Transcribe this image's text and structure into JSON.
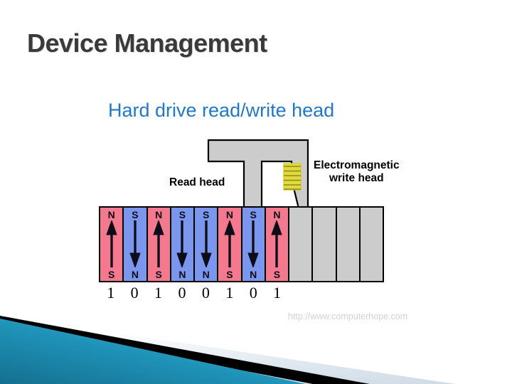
{
  "slide": {
    "title": "Device Management",
    "caption": "Hard drive read/write head",
    "watermark": "http://www.computerhope.com",
    "colors": {
      "title": "#3a3a3a",
      "caption": "#1f78c8",
      "north_domain": "#f4788e",
      "south_domain": "#7b96ed",
      "empty_domain": "#cccccc",
      "head_body": "#cccccc",
      "coil": "#e0d93f",
      "decoration_teal": "#1f92b8",
      "decoration_black": "#000000",
      "decoration_pale": "#dce6ee"
    }
  },
  "diagram": {
    "name": "hard-drive-read-write-head",
    "labels": {
      "read_head": "Read head",
      "write_head_line1": "Electromagnetic",
      "write_head_line2": "write head"
    },
    "head": {
      "read_leg_name": "read-head-leg",
      "write_leg_name": "write-head-leg",
      "coil_name": "electromagnetic-coil",
      "coil_turns": 6
    },
    "strip": {
      "total_cells": 12,
      "cells": [
        {
          "top": "N",
          "bottom": "S",
          "polarity": "north",
          "direction": "up",
          "bit": "1"
        },
        {
          "top": "S",
          "bottom": "N",
          "polarity": "south",
          "direction": "down",
          "bit": "0"
        },
        {
          "top": "N",
          "bottom": "S",
          "polarity": "north",
          "direction": "up",
          "bit": "1"
        },
        {
          "top": "S",
          "bottom": "N",
          "polarity": "south",
          "direction": "down",
          "bit": "0"
        },
        {
          "top": "S",
          "bottom": "N",
          "polarity": "south",
          "direction": "down",
          "bit": "0"
        },
        {
          "top": "N",
          "bottom": "S",
          "polarity": "north",
          "direction": "up",
          "bit": "1"
        },
        {
          "top": "S",
          "bottom": "N",
          "polarity": "south",
          "direction": "down",
          "bit": "0"
        },
        {
          "top": "N",
          "bottom": "S",
          "polarity": "north",
          "direction": "up",
          "bit": "1"
        },
        {
          "top": "",
          "bottom": "",
          "polarity": "empty",
          "direction": "none",
          "bit": ""
        },
        {
          "top": "",
          "bottom": "",
          "polarity": "empty",
          "direction": "none",
          "bit": ""
        },
        {
          "top": "",
          "bottom": "",
          "polarity": "empty",
          "direction": "none",
          "bit": ""
        },
        {
          "top": "",
          "bottom": "",
          "polarity": "empty",
          "direction": "none",
          "bit": ""
        }
      ],
      "binary_sequence": "1 0 1 0 0 1 0 1"
    }
  }
}
